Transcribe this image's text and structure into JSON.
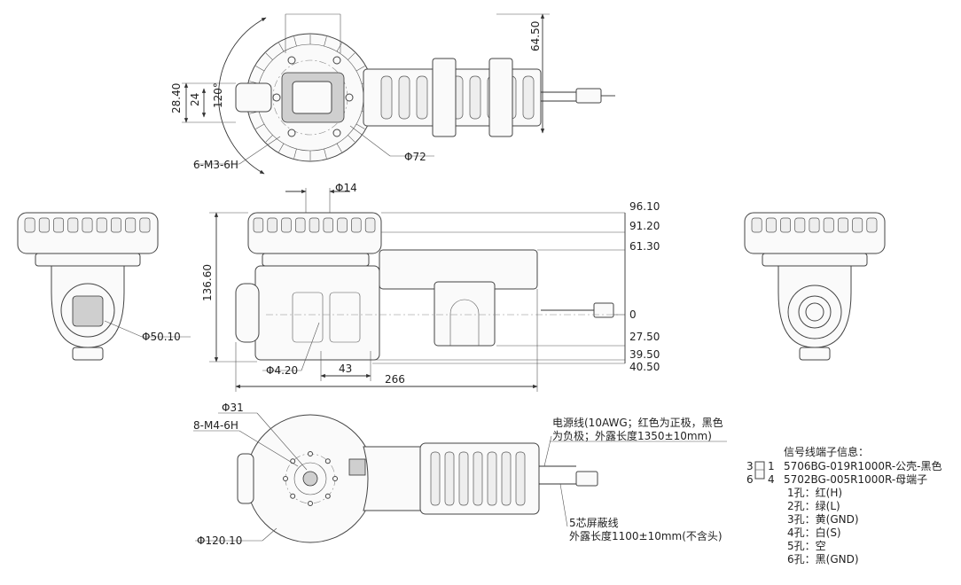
{
  "top_view": {
    "height_right": "64.50",
    "dim_outer": "28.40",
    "dim_inner": "24",
    "angle": "120°",
    "holes_label": "6-M3-6H",
    "mount_diameter": "Φ72"
  },
  "front_view": {
    "shaft_diameter": "Φ14",
    "total_height": "136.60",
    "levels": [
      "96.10",
      "91.20",
      "61.30",
      "0",
      "27.50",
      "39.50",
      "40.50"
    ],
    "pin_diameter": "Φ4.20",
    "dim_43": "43",
    "total_length": "266"
  },
  "side_view_left": {
    "diameter": "Φ50.10"
  },
  "bottom_view": {
    "center_diameter": "Φ31",
    "holes_label": "8-M4-6H",
    "outer_diameter": "Φ120.10",
    "power_cable_line1": "电源线(10AWG；红色为正极，黑色",
    "power_cable_line2": "为负极；外露长度1350±10mm)",
    "shield_cable_line1": "5芯屏蔽线",
    "shield_cable_line2": "外露长度1100±10mm(不含头)"
  },
  "signal_terminal": {
    "title": "信号线端子信息：",
    "pin_label_top": "3",
    "pin_label_top_right": "1",
    "pin_label_bottom": "6",
    "pin_label_bottom_right": "4",
    "part_male": "5706BG-019R1000R-公壳-黑色",
    "part_female": "5702BG-005R1000R-母端子",
    "pins": [
      "1孔：红(H)",
      "2孔：绿(L)",
      "3孔：黄(GND)",
      "4孔：白(S)",
      "5孔：空",
      "6孔：黑(GND)"
    ]
  },
  "colors": {
    "line": "#333333",
    "text": "#222222",
    "background": "#ffffff"
  }
}
